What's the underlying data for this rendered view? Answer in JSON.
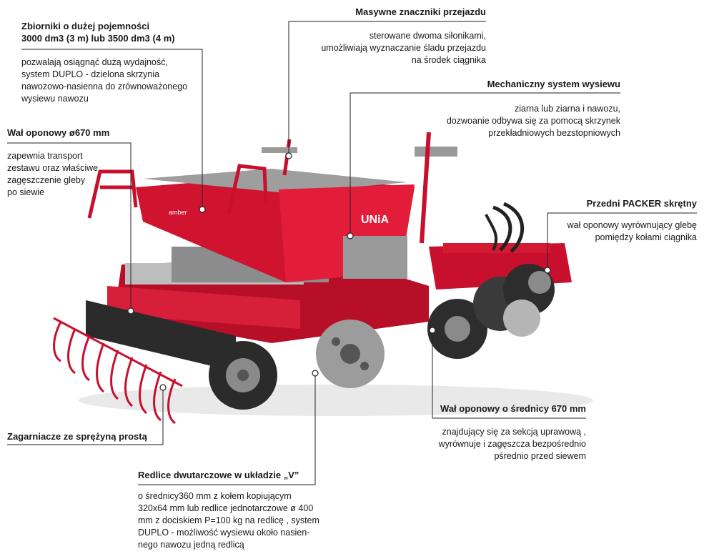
{
  "brand": "UNiA",
  "model_badge": "amber",
  "annotations": {
    "tanks": {
      "title_line1": "Zbiorniki o dużej pojemności",
      "title_line2": "3000 dm3 (3 m) lub 3500 dm3 (4 m)",
      "text": "pozwalają osiągnąć dużą wydajność,\nsystem DUPLO - dzielona skrzynia\nnawozowo-nasienna do zrównoważonego\nwysiewu nawozu"
    },
    "rear_roller": {
      "title": "Wał oponowy ø670 mm",
      "text": "zapewnia transport\nzestawu oraz właściwe\nzagęszczenie  gleby\npo siewie"
    },
    "markers": {
      "title": "Masywne znaczniki przejazdu",
      "text": "sterowane dwoma siłonikami,\numożliwiają  wyznaczanie śladu przejazdu\nna środek  ciągnika"
    },
    "mechanical": {
      "title": "Mechaniczny system wysiewu",
      "text": "ziarna lub ziarna  i nawozu,\ndozwoanie odbywa się za pomocą skrzynek\nprzekładniowych bezstopniowych"
    },
    "packer": {
      "title": "Przedni PACKER skrętny",
      "text": "wał oponowy wyrównujący glebę\npomiędzy kołami ciągnika"
    },
    "front_roller": {
      "title": "Wał oponowy o średnicy 670 mm",
      "text": "znajdujący się za sekcją uprawową ,\nwyrównuje i zagęszcza bezpośrednio\npśrednio przed siewem"
    },
    "harrow": {
      "title": "Zagarniacze ze sprężyną prostą"
    },
    "coulters": {
      "title": "Redlice dwutarczowe  w układzie „V”",
      "text": "o średnicy360 mm z kołem kopiującym\n320x64 mm lub redlice jednotarczowe ø 400\nmm z  dociskiem P=100 kg na redlicę , system\nDUPLO - możliwość wysiewu  około nasien-\nnego nawozu jedną redlicą"
    }
  }
}
